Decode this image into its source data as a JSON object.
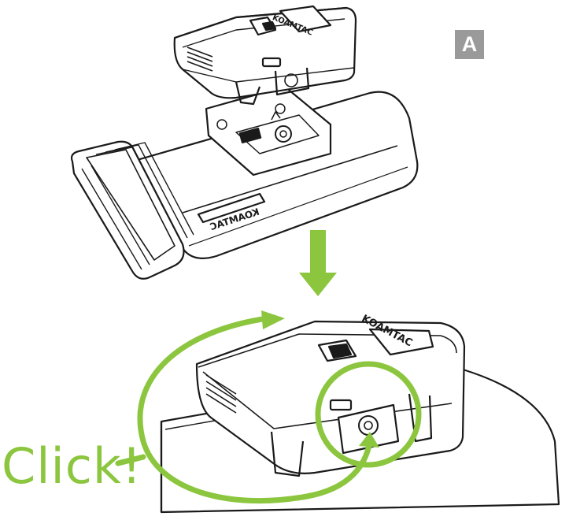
{
  "step_badge": "A",
  "click_label": "Click!",
  "brand_text": "KOAMTAC",
  "colors": {
    "accent": "#8cc63f",
    "badge_bg": "#9a9a9a",
    "line": "#1a1a1a"
  }
}
